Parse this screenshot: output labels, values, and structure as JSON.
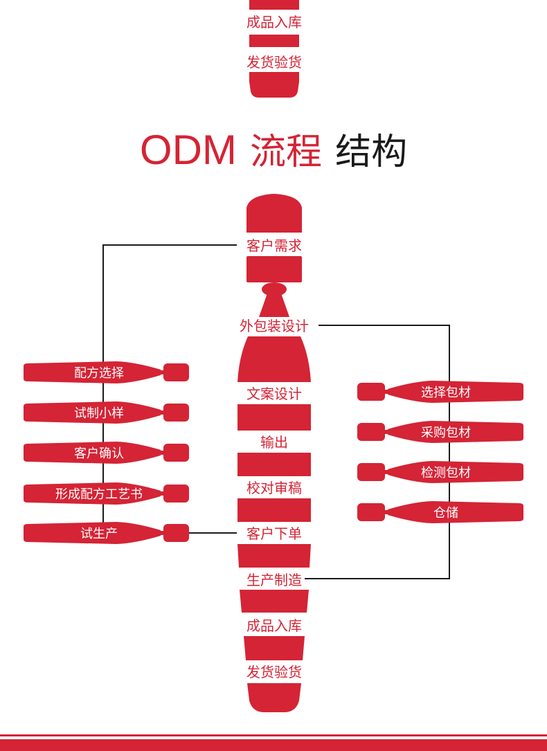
{
  "colors": {
    "accent": "#d42435",
    "dark": "#1a1a1a",
    "background": "#ffffff"
  },
  "top_partial": {
    "steps": [
      "成品入库",
      "发货验货"
    ]
  },
  "title": {
    "prefix": "ODM",
    "highlight": "流程",
    "rest": "结构"
  },
  "main_flow": {
    "steps": [
      "客户需求",
      "外包装设计",
      "文案设计",
      "输出",
      "校对审稿",
      "客户下单",
      "生产制造",
      "成品入库",
      "发货验货"
    ]
  },
  "left_branch": {
    "steps": [
      "配方选择",
      "试制小样",
      "客户确认",
      "形成配方工艺书",
      "试生产"
    ]
  },
  "right_branch": {
    "steps": [
      "选择包材",
      "采购包材",
      "检测包材",
      "仓储"
    ]
  },
  "connections": [
    {
      "from": "客户需求",
      "to": "试生产",
      "via": "left_branch"
    },
    {
      "from": "试生产",
      "to": "客户下单"
    },
    {
      "from": "外包装设计",
      "to": "生产制造",
      "via": "right_branch"
    }
  ]
}
